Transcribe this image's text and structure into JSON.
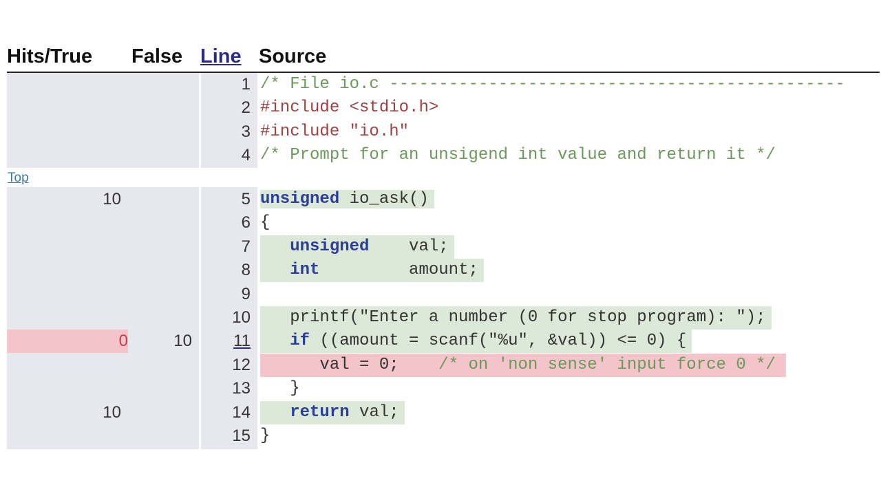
{
  "header": {
    "hits_true": "Hits/True",
    "false": "False",
    "line": "Line",
    "source": "Source"
  },
  "top_link": "Top",
  "colors": {
    "gutter": "#e7e7ee",
    "covered": "#dde9d8",
    "missed": "#f3c4c9",
    "keyword": "#2b3f9a",
    "comment": "#6a9a5a",
    "preprocessor": "#a04040",
    "link": "#2a2a8a"
  },
  "block1": [
    {
      "hits": "",
      "false": "",
      "line": "1",
      "status": "none",
      "tokens": [
        {
          "t": "/* File io.c ----------------------------------------------",
          "c": "cm"
        }
      ]
    },
    {
      "hits": "",
      "false": "",
      "line": "2",
      "status": "none",
      "tokens": [
        {
          "t": "#include <stdio.h>",
          "c": "pp"
        }
      ]
    },
    {
      "hits": "",
      "false": "",
      "line": "3",
      "status": "none",
      "tokens": [
        {
          "t": "#include \"io.h\"",
          "c": "pp"
        }
      ]
    },
    {
      "hits": "",
      "false": "",
      "line": "4",
      "status": "none",
      "tokens": [
        {
          "t": "/* Prompt for an unsigend int value and return it */",
          "c": "cm"
        }
      ]
    }
  ],
  "block2": [
    {
      "hits": "10",
      "false": "",
      "line": "5",
      "status": "covered",
      "tokens": [
        {
          "t": "unsigned",
          "c": "kw"
        },
        {
          "t": " io_ask()",
          "c": ""
        }
      ]
    },
    {
      "hits": "",
      "false": "",
      "line": "6",
      "status": "none",
      "tokens": [
        {
          "t": "{",
          "c": ""
        }
      ]
    },
    {
      "hits": "",
      "false": "",
      "line": "7",
      "status": "covered",
      "indent": "   ",
      "tokens": [
        {
          "t": "unsigned",
          "c": "kw"
        },
        {
          "t": "    val;",
          "c": ""
        }
      ]
    },
    {
      "hits": "",
      "false": "",
      "line": "8",
      "status": "covered",
      "indent": "   ",
      "tokens": [
        {
          "t": "int",
          "c": "kw"
        },
        {
          "t": "         amount;",
          "c": ""
        }
      ]
    },
    {
      "hits": "",
      "false": "",
      "line": "9",
      "status": "none",
      "tokens": []
    },
    {
      "hits": "",
      "false": "",
      "line": "10",
      "status": "covered",
      "indent": "   ",
      "tokens": [
        {
          "t": "printf(\"Enter a number (0 for stop program): \");",
          "c": ""
        }
      ]
    },
    {
      "hits": "0",
      "false": "10",
      "line": "11",
      "status": "covered",
      "indent": "   ",
      "hits_bad": true,
      "line_link": true,
      "tokens": [
        {
          "t": "if",
          "c": "kw"
        },
        {
          "t": " ((amount = scanf(\"%u\", &val)) <= 0) {",
          "c": ""
        }
      ]
    },
    {
      "hits": "",
      "false": "",
      "line": "12",
      "status": "missed",
      "indent": "      ",
      "tokens": [
        {
          "t": "val = 0;    ",
          "c": ""
        },
        {
          "t": "/* on 'non sense' input force 0 */",
          "c": "cm"
        }
      ]
    },
    {
      "hits": "",
      "false": "",
      "line": "13",
      "status": "none",
      "indent": "   ",
      "tokens": [
        {
          "t": "}",
          "c": ""
        }
      ]
    },
    {
      "hits": "10",
      "false": "",
      "line": "14",
      "status": "covered",
      "indent": "   ",
      "tokens": [
        {
          "t": "return",
          "c": "kw"
        },
        {
          "t": " val;",
          "c": ""
        }
      ]
    },
    {
      "hits": "",
      "false": "",
      "line": "15",
      "status": "none",
      "tokens": [
        {
          "t": "}",
          "c": ""
        }
      ]
    }
  ]
}
